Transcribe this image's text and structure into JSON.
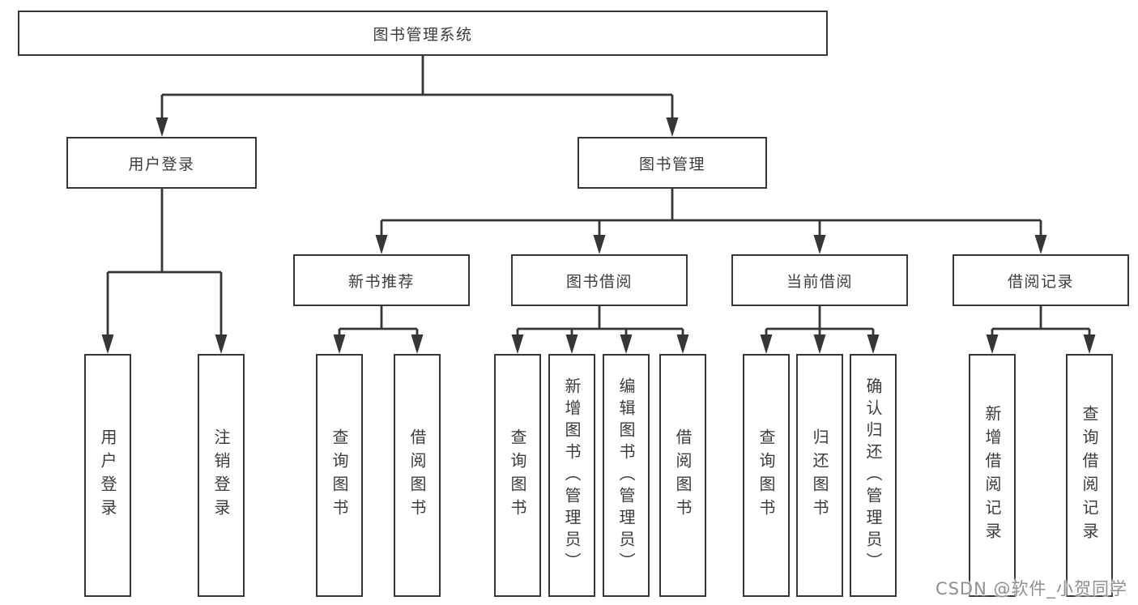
{
  "tree": {
    "root": "图书管理系统",
    "branches": [
      {
        "label": "用户登录",
        "children": [
          "用户登录",
          "注销登录"
        ]
      },
      {
        "label": "图书管理",
        "groups": [
          {
            "label": "新书推荐",
            "children": [
              "查询图书",
              "借阅图书"
            ]
          },
          {
            "label": "图书借阅",
            "children": [
              "查询图书",
              "新增图书（管理员）",
              "编辑图书（管理员）",
              "借阅图书"
            ]
          },
          {
            "label": "当前借阅",
            "children": [
              "查询图书",
              "归还图书",
              "确认归还（管理员）"
            ]
          },
          {
            "label": "借阅记录",
            "children": [
              "新增借阅记录",
              "查询借阅记录"
            ]
          }
        ]
      }
    ]
  },
  "watermark": "CSDN @软件_小贺同学",
  "colors": {
    "line": "#363636",
    "box_border": "#363636",
    "box_fill": "#ffffff",
    "text": "#3c3c3c",
    "watermark": "#8f8f8f",
    "background": "#ffffff"
  }
}
